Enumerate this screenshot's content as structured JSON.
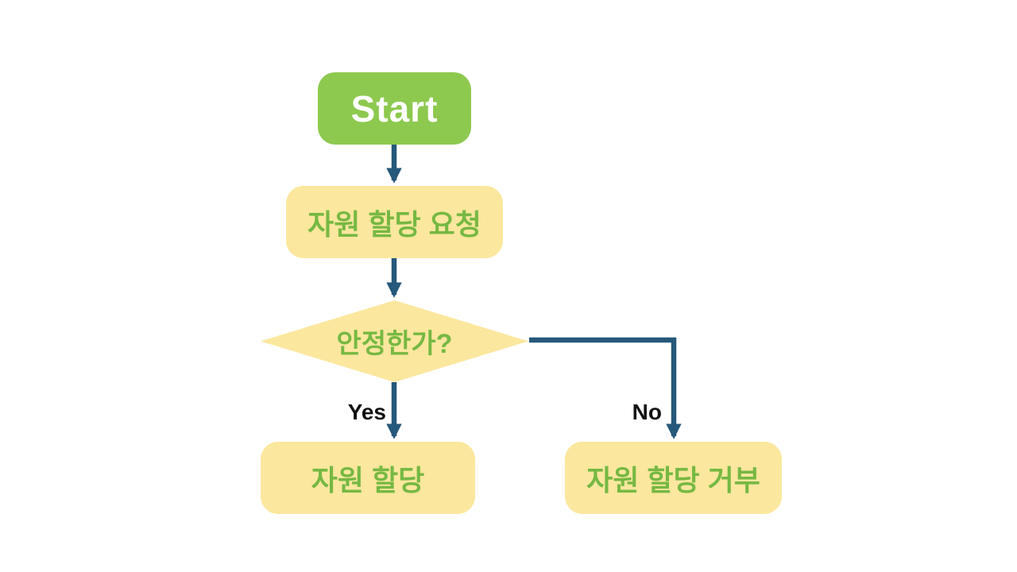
{
  "diagram": {
    "title": "Resource allocation flowchart",
    "nodes": {
      "start": {
        "label": "Start",
        "type": "terminator",
        "fill": "#8DC94F",
        "text_color": "#FFFFFF"
      },
      "request": {
        "label": "자원 할당 요청",
        "type": "process",
        "fill": "#FBE79E",
        "text_color": "#76B843"
      },
      "decision": {
        "label": "안정한가?",
        "type": "decision",
        "fill": "#FBE79E",
        "text_color": "#76B843"
      },
      "allocate": {
        "label": "자원 할당",
        "type": "process",
        "fill": "#FBE79E",
        "text_color": "#76B843"
      },
      "deny": {
        "label": "자원 할당 거부",
        "type": "process",
        "fill": "#FBE79E",
        "text_color": "#76B843"
      }
    },
    "edges": {
      "start_to_request": {
        "from": "start",
        "to": "request",
        "label": ""
      },
      "request_to_decision": {
        "from": "request",
        "to": "decision",
        "label": ""
      },
      "decision_to_allocate": {
        "from": "decision",
        "to": "allocate",
        "label": "Yes"
      },
      "decision_to_deny": {
        "from": "decision",
        "to": "deny",
        "label": "No"
      }
    },
    "colors": {
      "arrow": "#26587B",
      "edge_label": "#111111",
      "background": "#FFFFFF"
    }
  }
}
